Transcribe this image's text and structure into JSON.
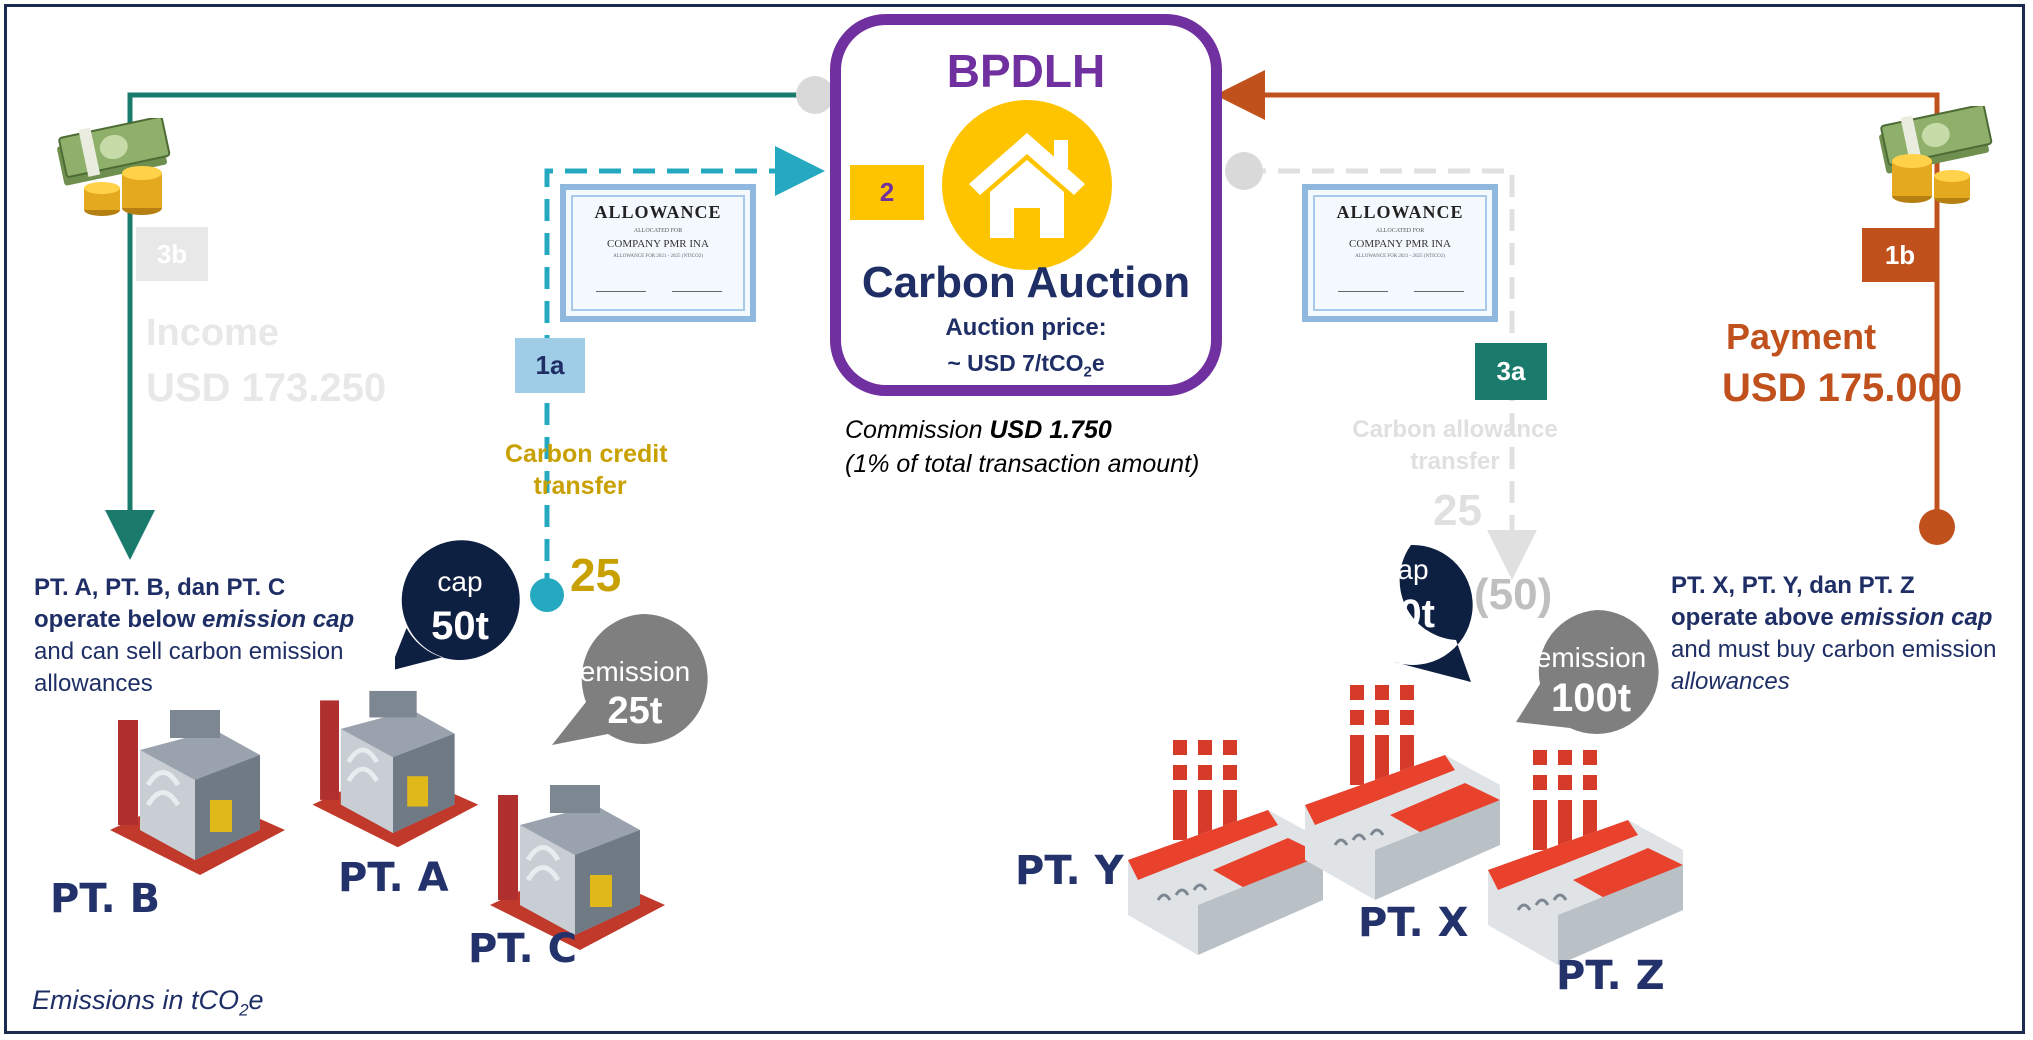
{
  "colors": {
    "navy": "#1f2f66",
    "purple": "#7030a0",
    "teal_green": "#1a7a6b",
    "cyan": "#25a9c1",
    "orange": "#c0501c",
    "gold": "#c8a000",
    "yellow": "#ffc400",
    "grey_faded": "#e0e0e0",
    "bubble_dark": "#0e2042",
    "bubble_grey": "#7f7f7f"
  },
  "center": {
    "title": "BPDLH",
    "icon": "house-icon",
    "heading": "Carbon Auction",
    "price_label": "Auction price:",
    "price_value": "~ USD 7/tCO",
    "price_sub": "2",
    "price_tail": "e",
    "commission_label": "Commission",
    "commission_value": "USD 1.750",
    "commission_note": "(1% of total transaction amount)"
  },
  "badges": {
    "b1a": "1a",
    "b1b": "1b",
    "b2": "2",
    "b3a": "3a",
    "b3b": "3b"
  },
  "certificate": {
    "title": "ALLOWANCE",
    "allocated": "ALLOCATED FOR",
    "company": "COMPANY PMR INA",
    "line": "ALLOWANCE FOR 2021 - 2025 (NTICO2)"
  },
  "left": {
    "income_label": "Income",
    "income_value": "USD 173.250",
    "transfer_label_1": "Carbon credit",
    "transfer_label_2": "transfer",
    "transfer_value": "25",
    "desc_line1": "PT. A, PT. B, dan PT. C",
    "desc_line2a": "operate below ",
    "desc_line2b": "emission cap",
    "desc_line3": "and can sell carbon emission",
    "desc_line4": "allowances",
    "cap_label": "cap",
    "cap_value": "50t",
    "emission_label": "emission",
    "emission_value": "25t",
    "companies": [
      "PT. B",
      "PT. A",
      "PT. C"
    ]
  },
  "right": {
    "payment_label": "Payment",
    "payment_value": "USD 175.000",
    "transfer_label_1": "Carbon allowance",
    "transfer_label_2": "transfer",
    "transfer_value": "25",
    "deficit": "(50)",
    "desc_line1": "PT. X, PT. Y, dan PT. Z",
    "desc_line2a": "operate above ",
    "desc_line2b": "emission cap",
    "desc_line3": "and must buy carbon emission",
    "desc_line4": "allowances",
    "cap_label": "cap",
    "cap_value": "50t",
    "emission_label": "emission",
    "emission_value": "100t",
    "companies": [
      "PT. Y",
      "PT. X",
      "PT. Z"
    ]
  },
  "footnote": {
    "text": "Emissions in tCO",
    "sub": "2",
    "tail": "e"
  },
  "icons": [
    "money-icon",
    "house-icon",
    "factory-icon",
    "industrial-plant-icon",
    "allowance-certificate-icon"
  ]
}
